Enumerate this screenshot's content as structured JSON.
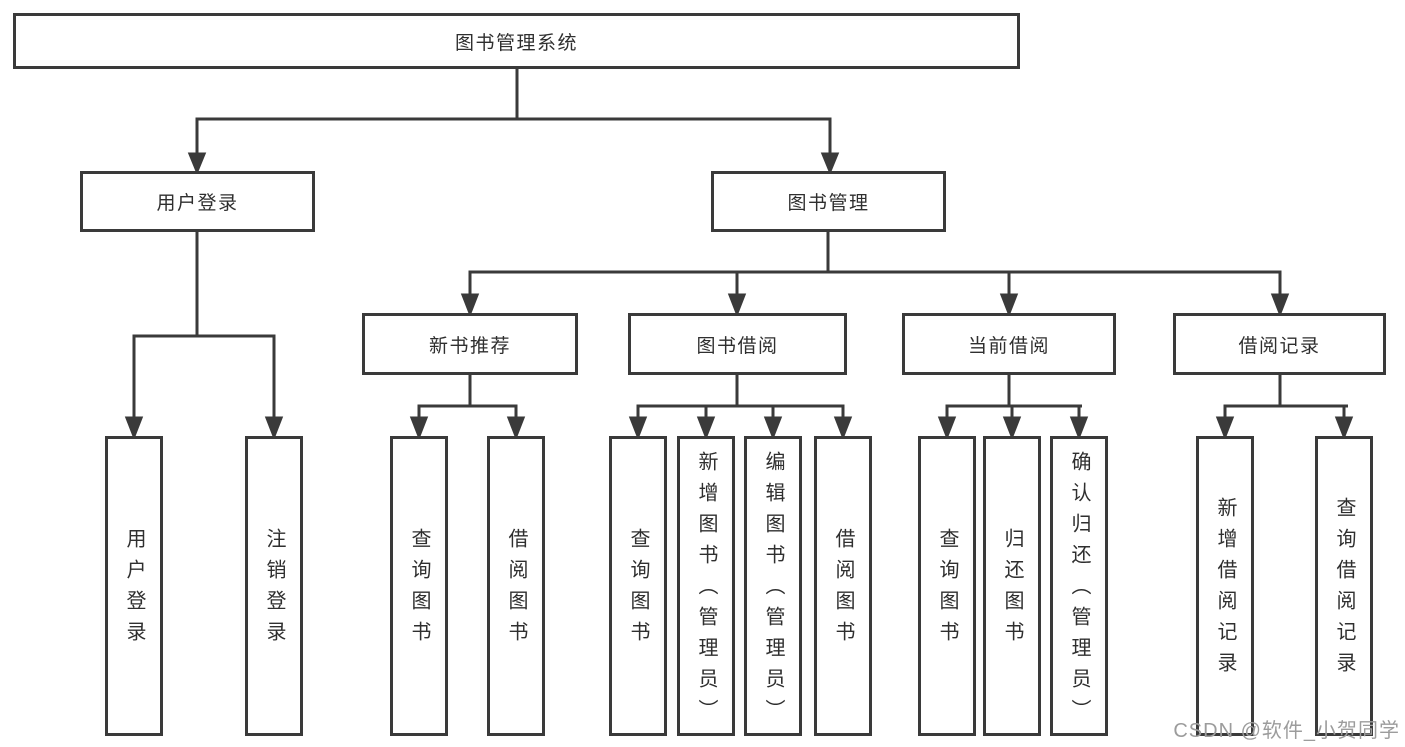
{
  "nodes": {
    "root": "图书管理系统",
    "user_login": "用户登录",
    "book_management": "图书管理",
    "new_book_recommend": "新书推荐",
    "book_borrowing": "图书借阅",
    "current_borrowing": "当前借阅",
    "borrowing_records": "借阅记录",
    "user_login_leaf": "用户登录",
    "logout_leaf": "注销登录",
    "query_books_a": "查询图书",
    "borrow_books_a": "借阅图书",
    "query_books_b": "查询图书",
    "add_books_admin": "新增图书（管理员）",
    "edit_books_admin": "编辑图书（管理员）",
    "borrow_books_b": "借阅图书",
    "query_books_c": "查询图书",
    "return_books": "归还图书",
    "confirm_return_admin": "确认归还（管理员）",
    "add_borrow_record": "新增借阅记录",
    "query_borrow_record": "查询借阅记录"
  },
  "watermark": {
    "text": "CSDN @软件_小贺同学"
  },
  "colors": {
    "line": "#3a3a3a",
    "text": "#2f2f2f",
    "watermark": "#9c9c9c",
    "background": "#ffffff"
  }
}
